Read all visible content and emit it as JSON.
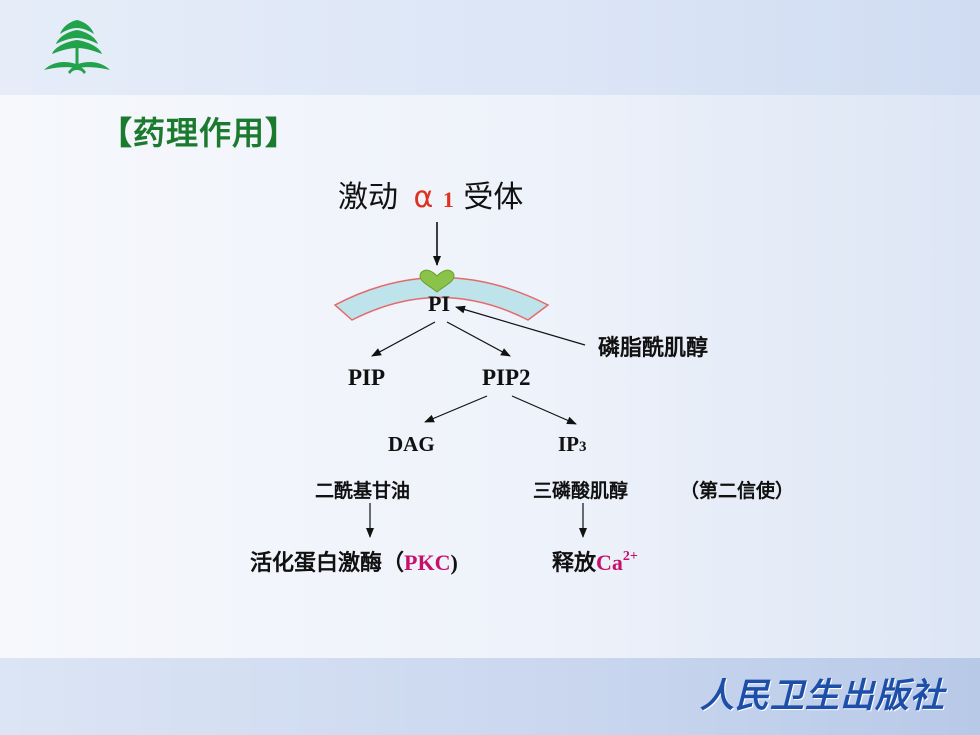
{
  "slide": {
    "title": "【药理作用】",
    "publisher": "人民卫生出版社"
  },
  "diagram": {
    "top": {
      "prefix": "激动",
      "alpha": "α",
      "sub": "1",
      "suffix": "受体"
    },
    "membrane_label": "PI",
    "pi_annotation": "磷脂酰肌醇",
    "pip": "PIP",
    "pip2": "PIP2",
    "dag": "DAG",
    "ip3_base": "IP",
    "ip3_sub": "3",
    "dag_name": "二酰基甘油",
    "ip3_name": "三磷酸肌醇",
    "second_messenger": "（第二信使）",
    "activate_prefix": "活化蛋白激酶（",
    "pkc": "PKC",
    "activate_suffix": ")",
    "release_prefix": "释放",
    "ca": "Ca",
    "ca_sup": "2+"
  },
  "colors": {
    "title_green": "#1a7a2e",
    "alpha_red": "#e0301e",
    "pkc_magenta": "#c8106a",
    "membrane_fill": "#bfe3ea",
    "membrane_stroke": "#e46a6a",
    "receptor_green": "#8bc34a",
    "publisher_blue": "#1d4fa8"
  },
  "icons": {
    "logo": "plant-logo-icon"
  }
}
